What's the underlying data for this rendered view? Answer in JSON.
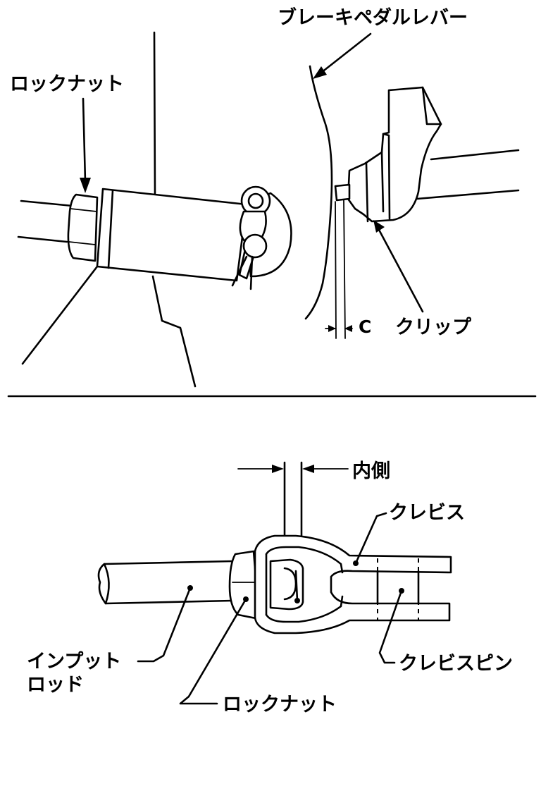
{
  "top": {
    "labels": {
      "brake_pedal_lever": "ブレーキペダルレバー",
      "lock_nut": "ロックナット",
      "clip": "クリップ",
      "clearance": "C"
    }
  },
  "bottom": {
    "labels": {
      "inner_side": "内側",
      "clevis": "クレビス",
      "input_rod_line1": "インプット",
      "input_rod_line2": "ロッド",
      "clevis_pin": "クレビスピン",
      "lock_nut": "ロックナット"
    }
  }
}
